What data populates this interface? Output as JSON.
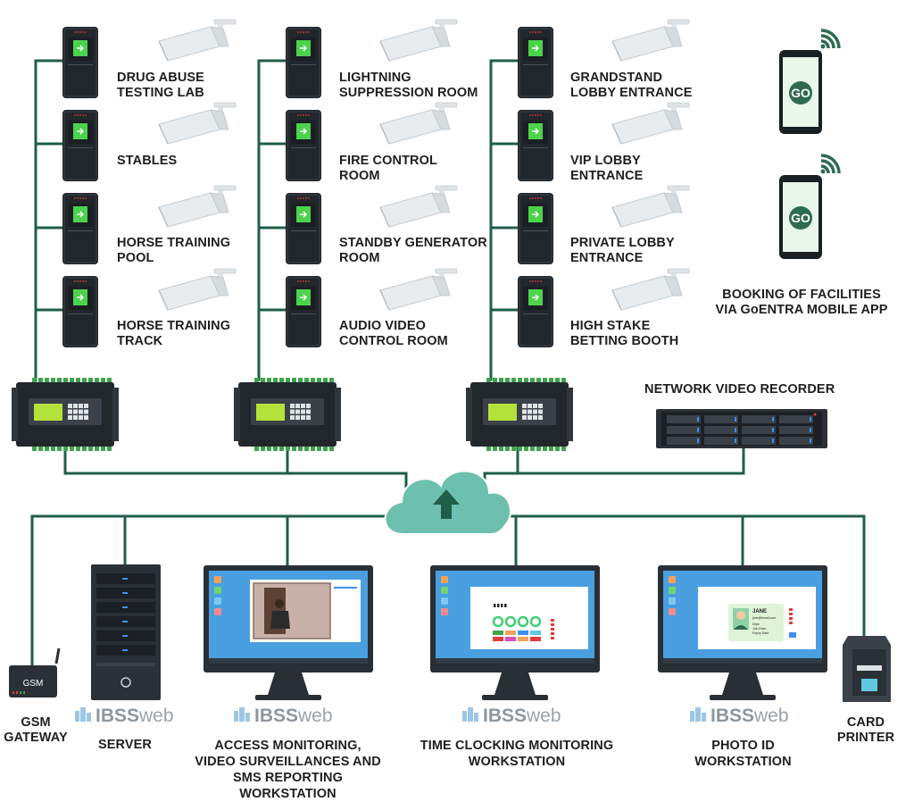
{
  "colors": {
    "line": "#1f5f47",
    "brand_green": "#2e6b4f",
    "reader_body": "#22272c",
    "reader_screen": "#4cd34c",
    "camera": "#e9ecee",
    "cloud": "#6dbfae",
    "monitor_frame": "#2a2f35",
    "monitor_screen": "#4a9fe0",
    "text": "#1f1f1f",
    "brand_text": "#9aa3aa"
  },
  "columns": [
    {
      "doors": [
        {
          "line1": "DRUG ABUSE",
          "line2": "TESTING LAB"
        },
        {
          "line1": "STABLES",
          "line2": ""
        },
        {
          "line1": "HORSE TRAINING",
          "line2": "POOL"
        },
        {
          "line1": "HORSE TRAINING",
          "line2": "TRACK"
        }
      ]
    },
    {
      "doors": [
        {
          "line1": "LIGHTNING",
          "line2": "SUPPRESSION ROOM"
        },
        {
          "line1": "FIRE CONTROL",
          "line2": "ROOM"
        },
        {
          "line1": "STANDBY GENERATOR",
          "line2": "ROOM"
        },
        {
          "line1": "AUDIO VIDEO",
          "line2": "CONTROL ROOM"
        }
      ]
    },
    {
      "doors": [
        {
          "line1": "GRANDSTAND",
          "line2": "LOBBY ENTRANCE"
        },
        {
          "line1": "VIP LOBBY",
          "line2": "ENTRANCE"
        },
        {
          "line1": "PRIVATE LOBBY",
          "line2": "ENTRANCE"
        },
        {
          "line1": "HIGH STAKE",
          "line2": "BETTING BOOTH"
        }
      ]
    }
  ],
  "mobile": {
    "app_icon_text": "GO",
    "caption_line1": "BOOKING OF FACILITIES",
    "caption_line2": "VIA GoENTRA MOBILE APP"
  },
  "nvr": {
    "label": "NETWORK VIDEO RECORDER"
  },
  "gsm": {
    "device_text": "GSM",
    "line1": "GSM",
    "line2": "GATEWAY"
  },
  "server": {
    "label": "SERVER"
  },
  "brand": {
    "bold": "IBSS",
    "light": "web"
  },
  "workstations": [
    {
      "lines": [
        "ACCESS MONITORING,",
        "VIDEO SURVEILLANCES AND",
        "SMS REPORTING",
        "WORKSTATION"
      ]
    },
    {
      "lines": [
        "TIME CLOCKING MONITORING",
        "WORKSTATION"
      ]
    },
    {
      "lines": [
        "PHOTO ID",
        "WORKSTATION"
      ]
    }
  ],
  "id_card": {
    "name": "JANE",
    "email": "jane@email.com",
    "field1": "Dept:",
    "field2": "Join Date:",
    "field3": "Expiry Date:"
  },
  "printer": {
    "line1": "CARD",
    "line2": "PRINTER"
  }
}
